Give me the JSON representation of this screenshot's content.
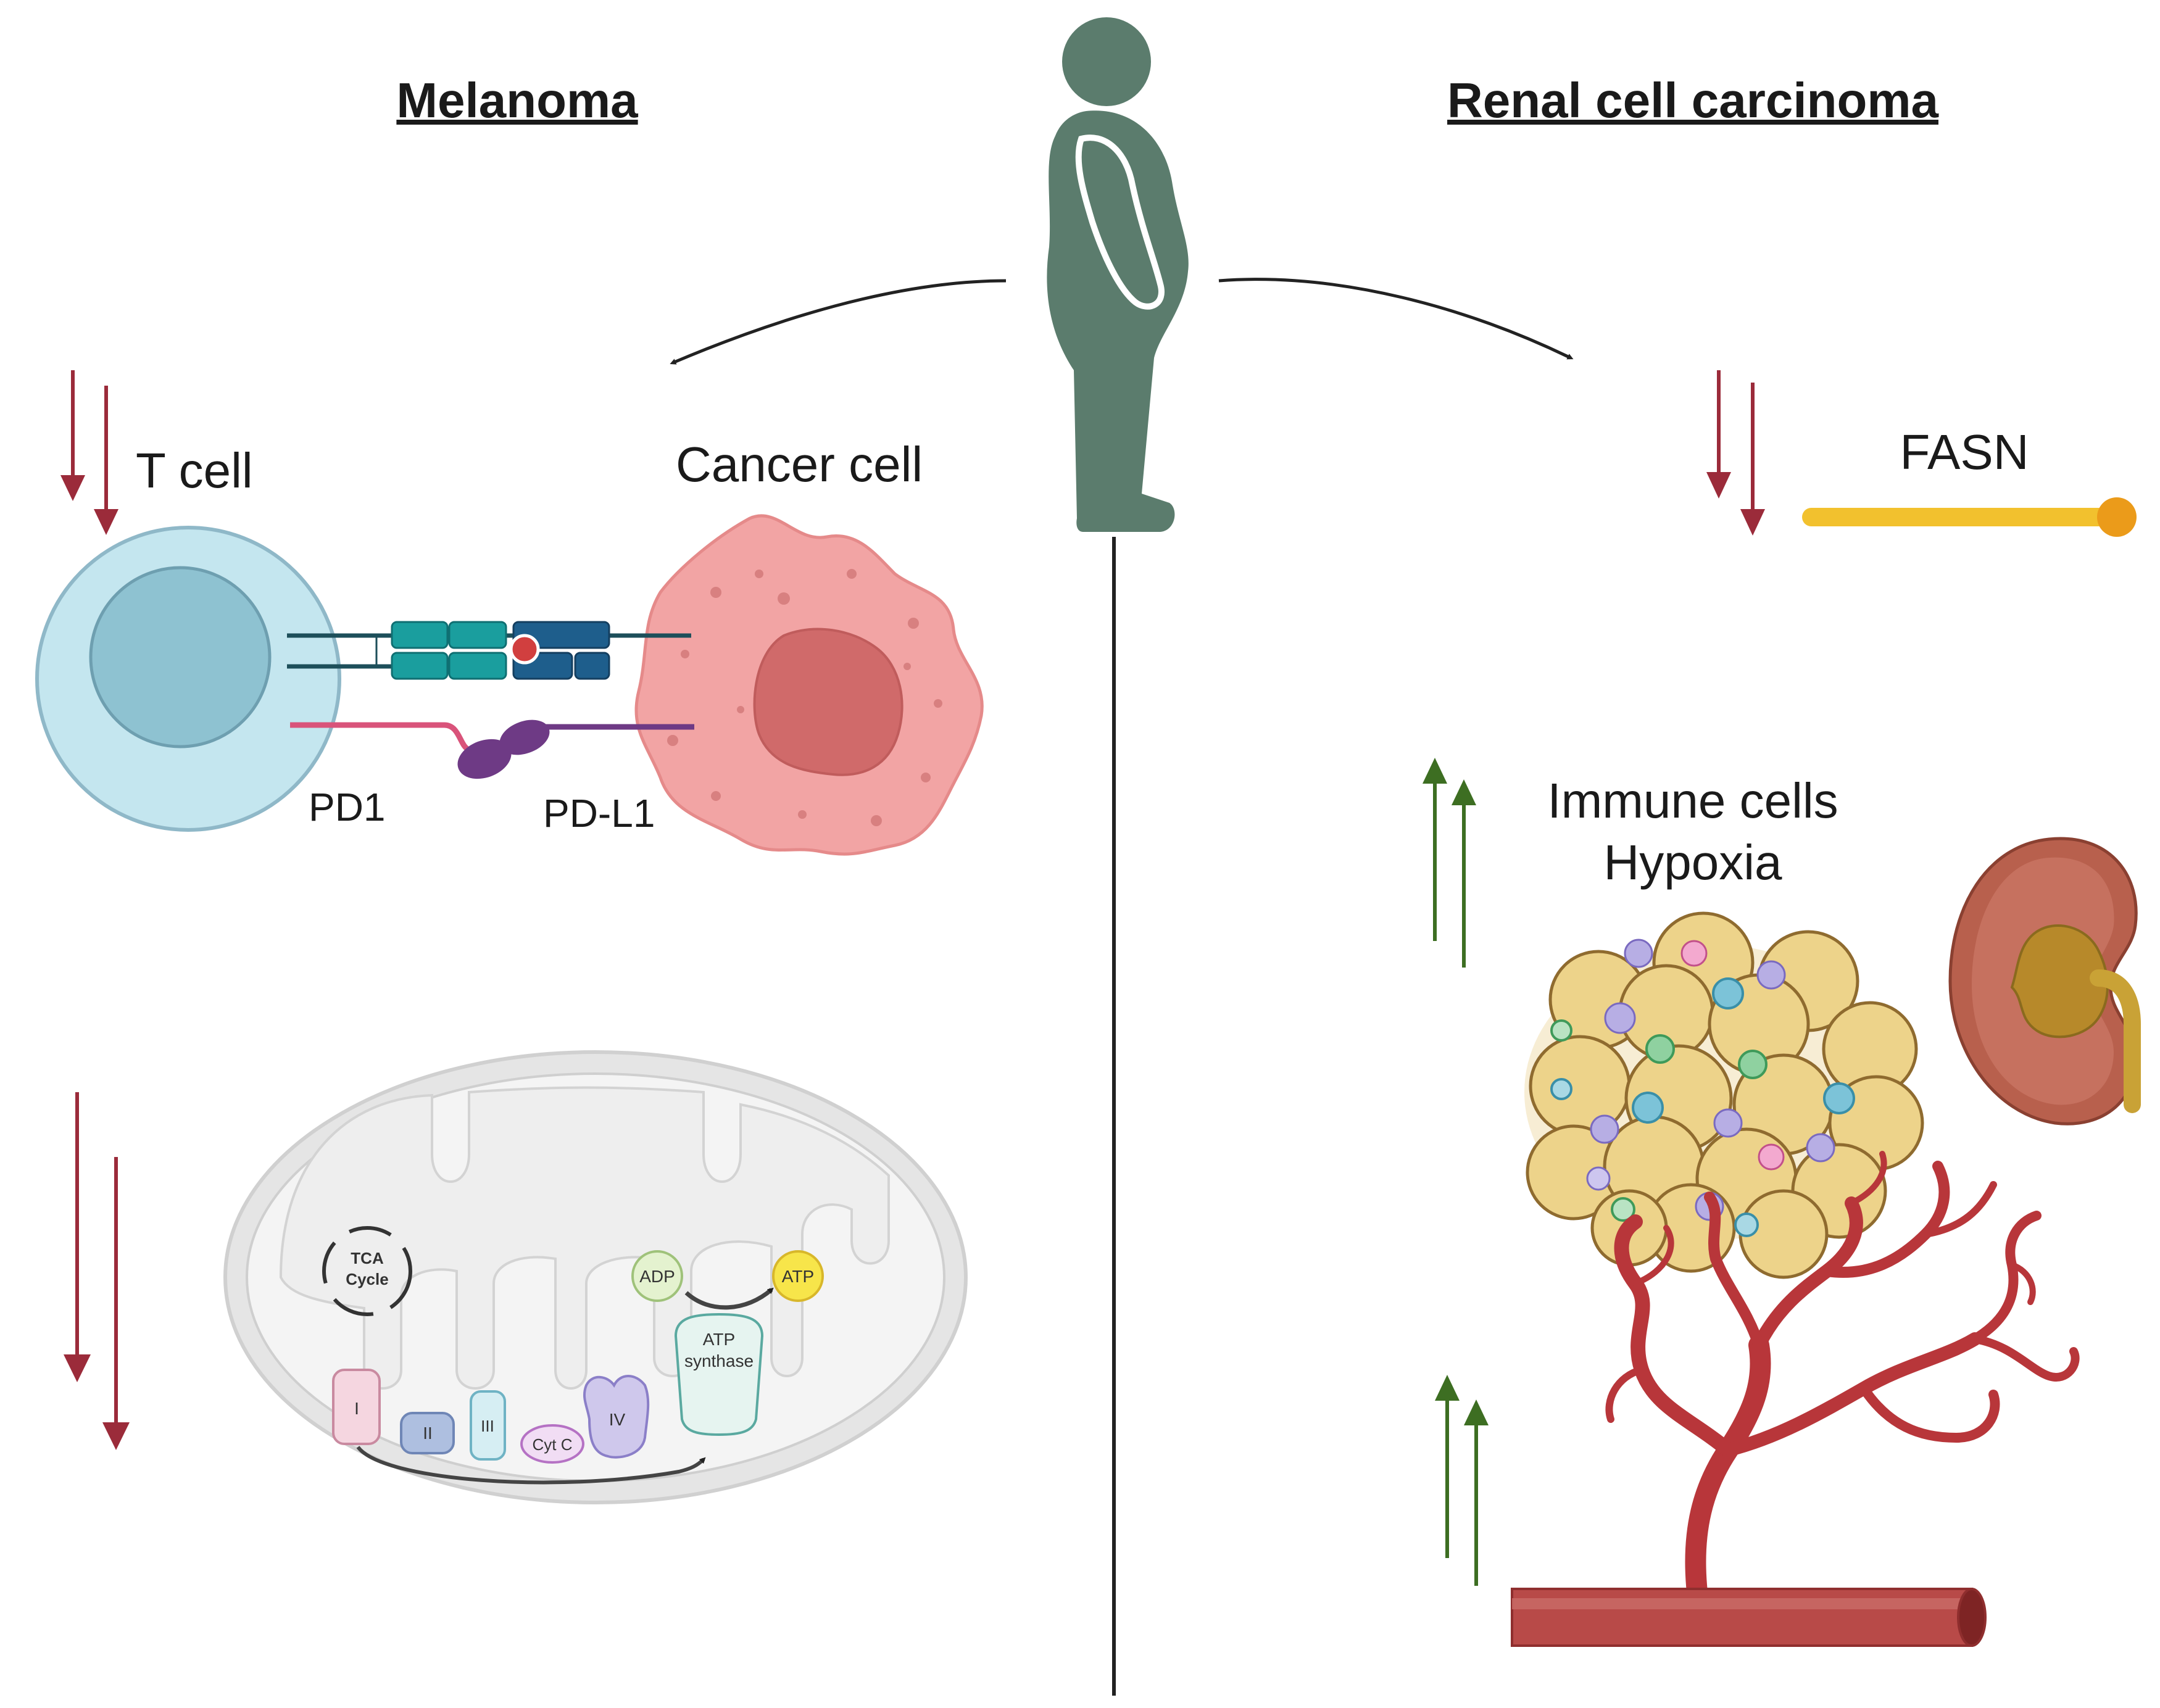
{
  "headers": {
    "left": "Melanoma",
    "right": "Renal cell carcinoma"
  },
  "labels": {
    "t_cell": "T cell",
    "cancer_cell": "Cancer cell",
    "pd1": "PD1",
    "pdl1": "PD-L1",
    "fasn": "FASN",
    "immune_cells": "Immune cells",
    "hypoxia": "Hypoxia"
  },
  "mitochondria": {
    "tca_line1": "TCA",
    "tca_line2": "Cycle",
    "adp": "ADP",
    "atp": "ATP",
    "atp_synthase_line1": "ATP",
    "atp_synthase_line2": "synthase",
    "complex_1": "I",
    "complex_2": "II",
    "complex_3": "III",
    "cyt_c": "Cyt C",
    "complex_4": "IV"
  },
  "colors": {
    "person": "#5b7c6d",
    "down_arrow": "#9b2b3a",
    "up_arrow": "#3d6e22",
    "t_cell_outer": "#c4e6ef",
    "t_cell_nucleus": "#8ec2d1",
    "cancer_cell": "#f2a4a4",
    "cancer_nucleus": "#d06a6a",
    "fasn_bar": "#f2c12e",
    "fasn_dot": "#eb9b1a",
    "vessel": "#b8363a",
    "adipocyte": "#edd38a"
  },
  "icons": {
    "person": "person-silhouette-icon",
    "arrow_down": "double-arrow-down-icon",
    "arrow_up": "double-arrow-up-icon"
  }
}
